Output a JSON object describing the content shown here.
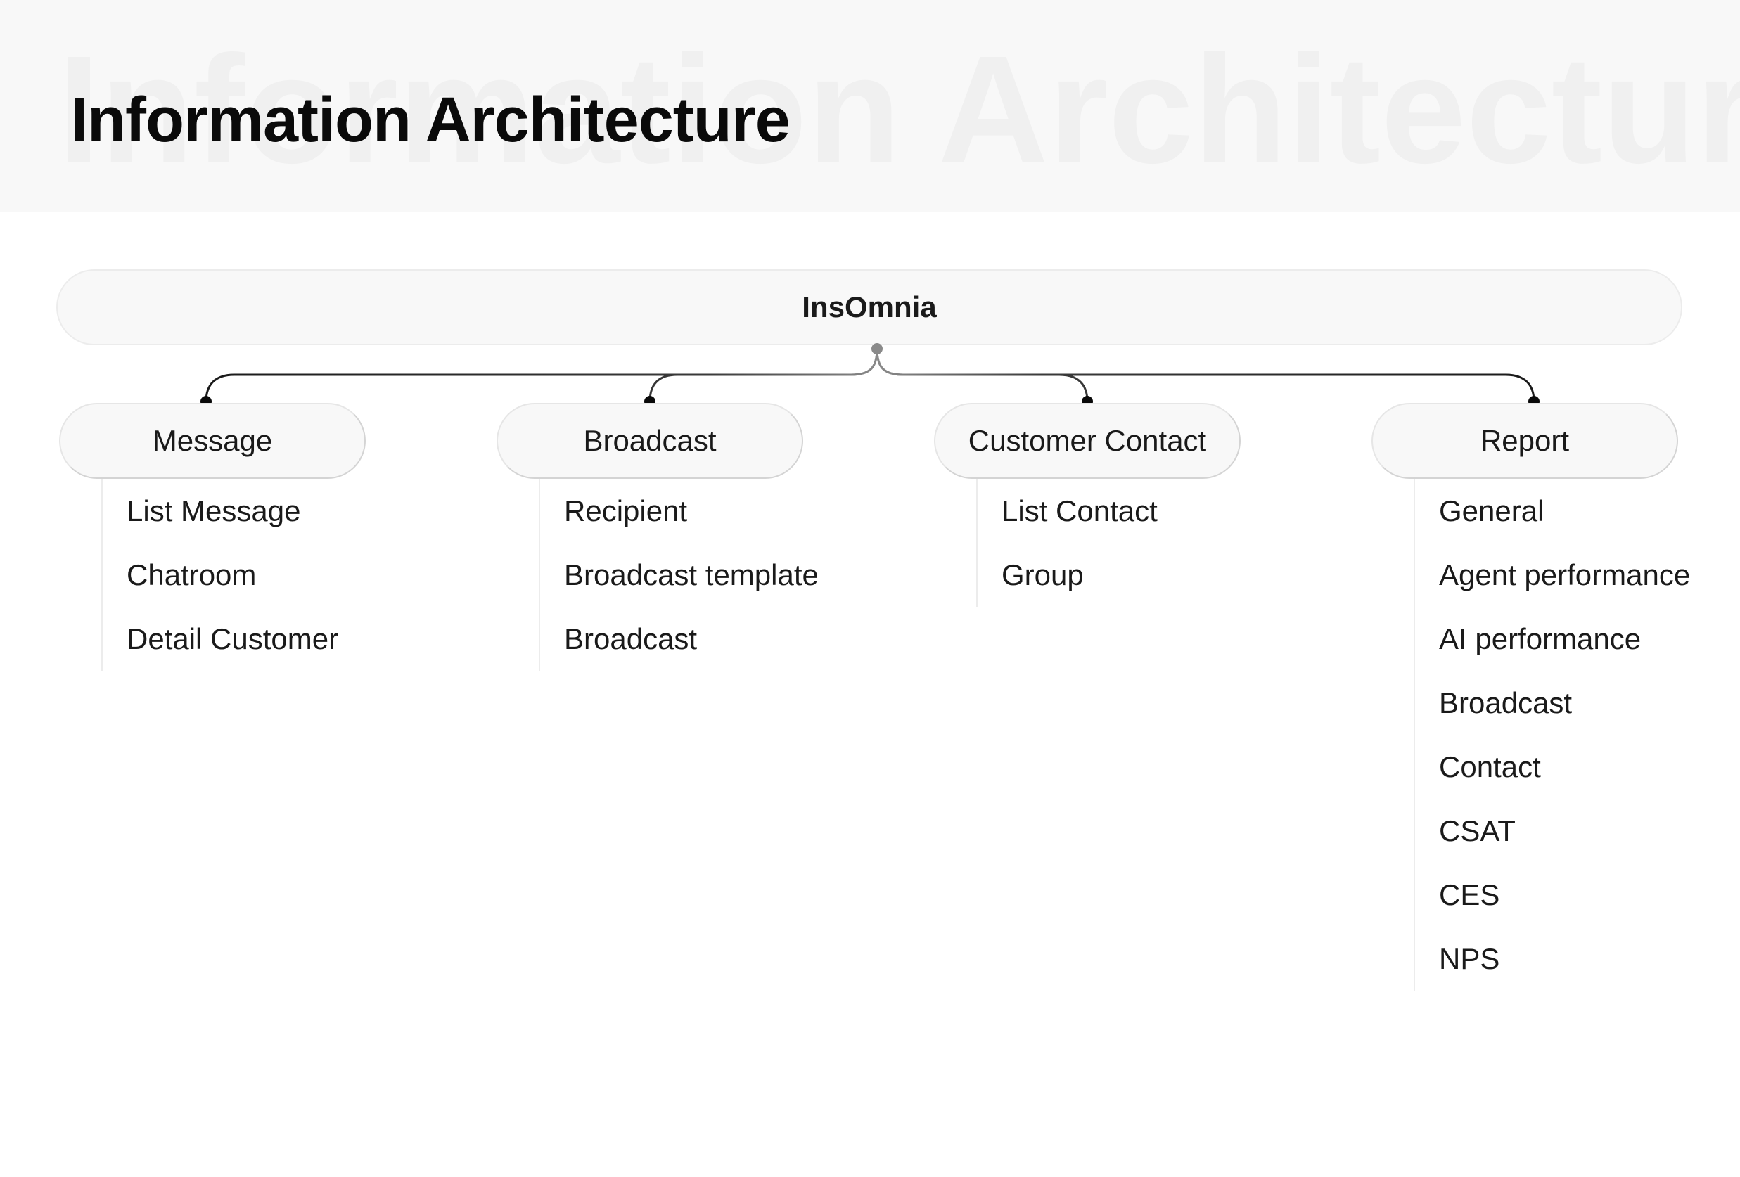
{
  "header": {
    "title": "Information Architecture",
    "watermark": "Information Architecture"
  },
  "root": {
    "label": "InsOmnia"
  },
  "branches": [
    {
      "label": "Message",
      "children": [
        "List Message",
        "Chatroom",
        "Detail Customer"
      ]
    },
    {
      "label": "Broadcast",
      "children": [
        "Recipient",
        "Broadcast template",
        "Broadcast"
      ]
    },
    {
      "label": "Customer Contact",
      "children": [
        "List Contact",
        "Group"
      ]
    },
    {
      "label": "Report",
      "children": [
        "General",
        "Agent performance",
        "AI performance",
        "Broadcast",
        "Contact",
        "CSAT",
        "CES",
        "NPS"
      ]
    }
  ],
  "colors": {
    "header_bg": "#f8f8f8",
    "pill_bg": "#f8f8f8",
    "connector": "#1a1a1a",
    "connector_center": "#8a8a8a"
  }
}
